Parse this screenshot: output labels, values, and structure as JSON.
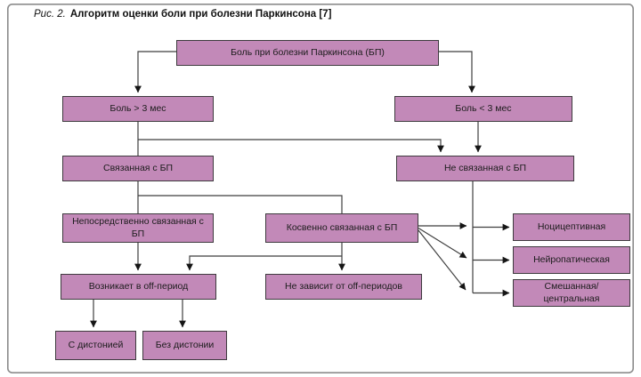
{
  "figure": {
    "caption_prefix": "Рис. 2.",
    "caption_title": "Алгоритм оценки боли при болезни Паркинсона [7]"
  },
  "colors": {
    "node_fill": "#c289b8",
    "node_border": "#3e3a3e",
    "connector": "#3f3f3f",
    "arrow": "#151515",
    "frame_border": "#8c8c8c"
  },
  "nodes": {
    "root": {
      "label": "Боль при болезни Паркинсона (БП)"
    },
    "pain_gt3": {
      "label": "Боль > 3 мес"
    },
    "pain_lt3": {
      "label": "Боль < 3 мес"
    },
    "related": {
      "label": "Связанная с БП"
    },
    "not_related": {
      "label": "Не связанная с БП"
    },
    "directly_related": {
      "label": "Непосредственно связанная с БП"
    },
    "indirectly_related": {
      "label": "Косвенно связанная с БП"
    },
    "off_period": {
      "label": "Возникает в off-период"
    },
    "not_off": {
      "label": "Не зависит от off-периодов"
    },
    "with_dystonia": {
      "label": "С дистонией"
    },
    "without_dystonia": {
      "label": "Без дистонии"
    },
    "nociceptive": {
      "label": "Ноцицептивная"
    },
    "neuropathic": {
      "label": "Нейропатическая"
    },
    "mixed_central": {
      "label": "Смешанная/ центральная"
    }
  },
  "edges": [
    {
      "from": "root",
      "to": "pain_gt3",
      "arrow": true
    },
    {
      "from": "root",
      "to": "pain_lt3",
      "arrow": true
    },
    {
      "from": "pain_gt3",
      "to": "related",
      "arrow": false
    },
    {
      "from": "pain_gt3",
      "to": "not_related",
      "arrow": true
    },
    {
      "from": "pain_lt3",
      "to": "not_related",
      "arrow": true
    },
    {
      "from": "related",
      "to": "directly_related",
      "arrow": false
    },
    {
      "from": "related",
      "to": "indirectly_related",
      "arrow": false
    },
    {
      "from": "directly_related",
      "to": "off_period",
      "arrow": true
    },
    {
      "from": "indirectly_related",
      "to": "off_period",
      "arrow": true
    },
    {
      "from": "indirectly_related",
      "to": "not_off",
      "arrow": true
    },
    {
      "from": "indirectly_related",
      "to": "nociceptive",
      "arrow": true
    },
    {
      "from": "indirectly_related",
      "to": "neuropathic",
      "arrow": true
    },
    {
      "from": "indirectly_related",
      "to": "mixed_central",
      "arrow": true
    },
    {
      "from": "not_related",
      "to": "nociceptive",
      "arrow": true
    },
    {
      "from": "not_related",
      "to": "neuropathic",
      "arrow": true
    },
    {
      "from": "not_related",
      "to": "mixed_central",
      "arrow": true
    },
    {
      "from": "off_period",
      "to": "with_dystonia",
      "arrow": true
    },
    {
      "from": "off_period",
      "to": "without_dystonia",
      "arrow": true
    }
  ]
}
